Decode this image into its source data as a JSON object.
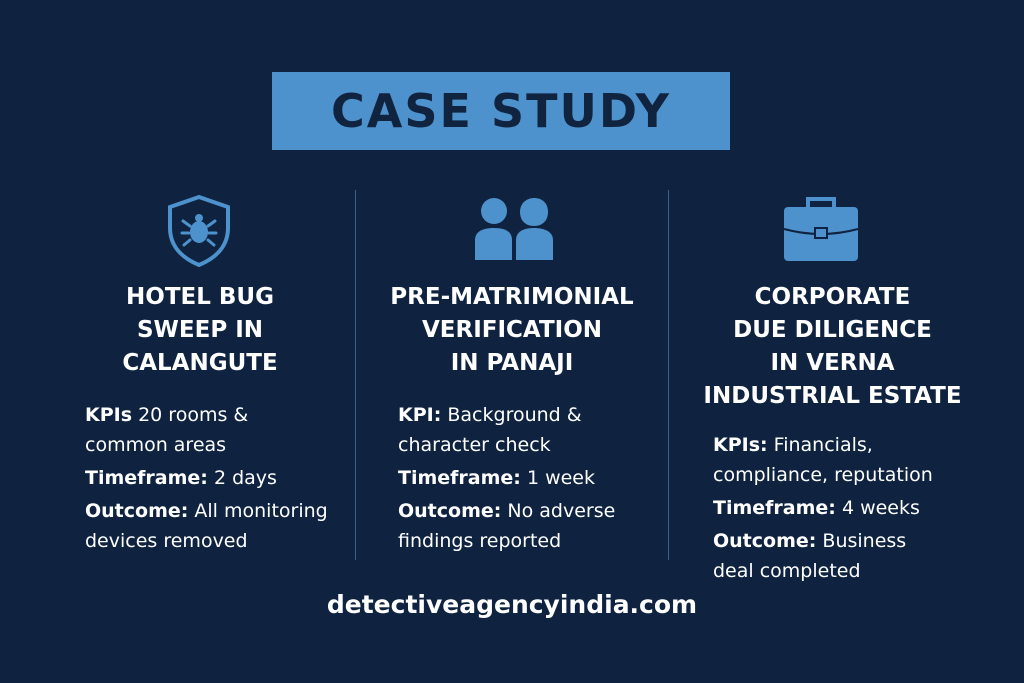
{
  "title": "CASE STUDY",
  "accent_color": "#4d92cc",
  "background_color": "#0f2340",
  "cases": [
    {
      "icon": "shield-bug-icon",
      "heading": [
        "HOTEL BUG",
        "SWEEP IN",
        "CALANGUTE"
      ],
      "kpi_label": "KPIs",
      "kpi_value": [
        "20 rooms &",
        "common areas"
      ],
      "timeframe_label": "Timeframe:",
      "timeframe_value": "2 days",
      "outcome_label": "Outcome:",
      "outcome_value": [
        "All monitoring",
        "devices removed"
      ]
    },
    {
      "icon": "two-people-icon",
      "heading": [
        "PRE-MATRIMONIAL",
        "VERIFICATION",
        "IN PANAJI"
      ],
      "kpi_label": "KPI:",
      "kpi_value": [
        "Background &",
        "character check"
      ],
      "timeframe_label": "Timeframe:",
      "timeframe_value": "1 week",
      "outcome_label": "Outcome:",
      "outcome_value": [
        "No adverse",
        "findings reported"
      ]
    },
    {
      "icon": "briefcase-icon",
      "heading": [
        "CORPORATE",
        "DUE DILIGENCE",
        "IN VERNA",
        "INDUSTRIAL ESTATE"
      ],
      "kpi_label": "KPIs:",
      "kpi_value": [
        "Financials,",
        "compliance, reputation"
      ],
      "timeframe_label": "Timeframe:",
      "timeframe_value": "4 weeks",
      "outcome_label": "Outcome:",
      "outcome_value": [
        "Business",
        "deal completed"
      ]
    }
  ],
  "footer": "detectiveagencyindia.com"
}
